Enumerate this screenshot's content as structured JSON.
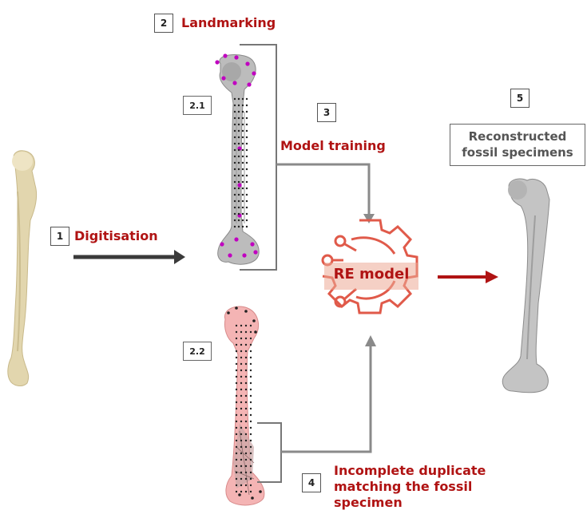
{
  "steps": {
    "s1": {
      "number": "1",
      "label": "Digitisation"
    },
    "s2": {
      "number": "2",
      "label": "Landmarking"
    },
    "s2_1": {
      "number": "2.1"
    },
    "s2_2": {
      "number": "2.2"
    },
    "s3": {
      "number": "3",
      "label": "Model training"
    },
    "s4": {
      "number": "4",
      "label_lines": [
        "Incomplete duplicate",
        "matching the fossil",
        "specimen"
      ]
    },
    "s5": {
      "number": "5",
      "label_lines": [
        "Reconstructed",
        "fossil specimens"
      ]
    }
  },
  "model": {
    "label": "RE model"
  },
  "colors": {
    "accent_red": "#b01313",
    "icon_red": "#e05a4a",
    "arrow_dark": "#3a3a3a",
    "arrow_gray": "#8a8a8a",
    "landmark_magenta": "#c000c0",
    "pink_bone": "#f4b4b4"
  }
}
